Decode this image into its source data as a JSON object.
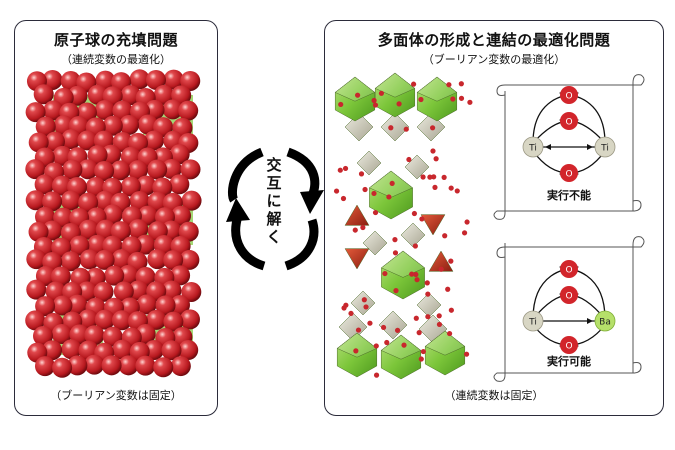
{
  "left": {
    "title": "原子球の充填問題",
    "subtitle": "（連続変数の最適化）",
    "footer": "（ブーリアン変数は固定）"
  },
  "center": {
    "chars": [
      "交",
      "互",
      "に",
      "解",
      "く"
    ]
  },
  "right": {
    "title": "多面体の形成と連結の最適化問題",
    "subtitle": "（ブーリアン変数の最適化）",
    "footer": "（連続変数は固定）",
    "scroll_top": {
      "nodes": {
        "o1": "O",
        "o2": "O",
        "o3": "O",
        "left": "Ti",
        "right": "Ti"
      },
      "caption": "実行不能"
    },
    "scroll_bottom": {
      "nodes": {
        "o1": "O",
        "o2": "O",
        "o3": "O",
        "left": "Ti",
        "right": "Ba"
      },
      "caption": "実行可能"
    }
  },
  "colors": {
    "atom_red": "#c8272d",
    "octahedron_green": "#7cc63a",
    "tetra_red": "#b8301e",
    "gray_polyhedron": "#cfcbb8",
    "ti_node": "#d8d6c4",
    "ba_node": "#b6e06a"
  }
}
